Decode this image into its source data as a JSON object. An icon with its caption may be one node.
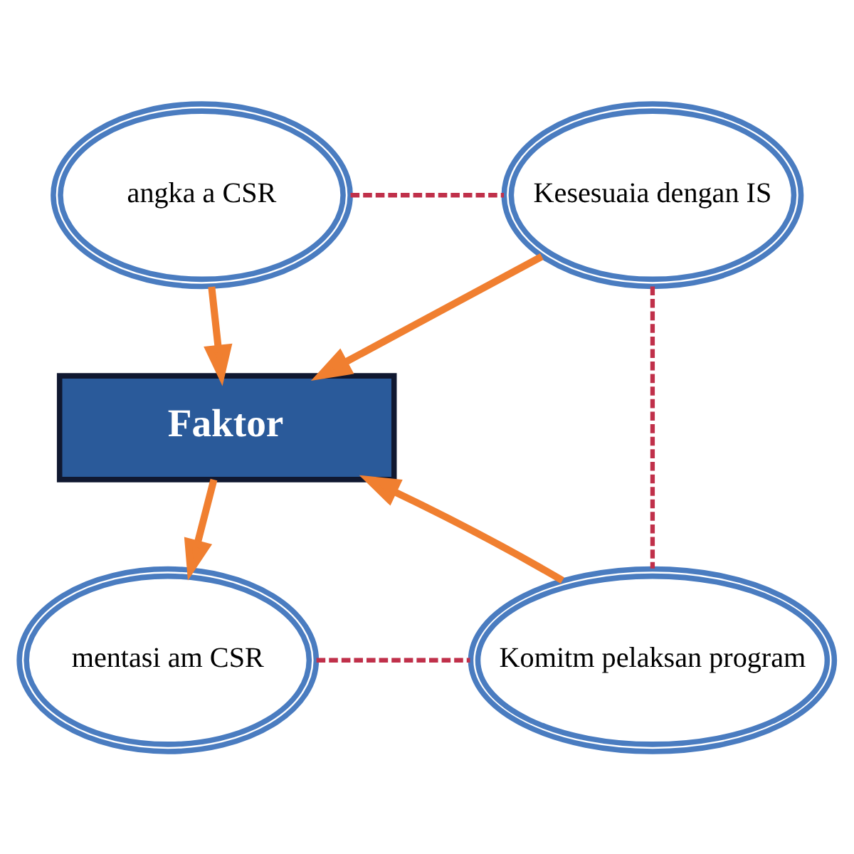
{
  "diagram": {
    "nodes": [
      {
        "text": [
          "angka a CSR"
        ]
      },
      {
        "text": [
          "Kesesuaia dengan IS"
        ]
      },
      {
        "text": [
          "Faktor"
        ]
      },
      {
        "text": [
          "mentasi am CSR"
        ]
      },
      {
        "text": [
          "Komitm pelaksan program"
        ]
      }
    ],
    "edges": [
      {
        "from": 0,
        "to": 2,
        "arrow": "to"
      },
      {
        "from": 1,
        "to": 2,
        "arrow": "to"
      },
      {
        "from": 2,
        "to": 3,
        "arrow": "to"
      },
      {
        "from": 4,
        "to": 2,
        "arrow": "to"
      },
      {
        "from": 0,
        "to": 1,
        "arrow": "none",
        "style": "dashed",
        "color": "#c0304a"
      },
      {
        "from": 1,
        "to": 4,
        "arrow": "none",
        "style": "dashed",
        "color": "#c0304a"
      },
      {
        "from": 3,
        "to": 4,
        "arrow": "none",
        "style": "dashed",
        "color": "#c0304a"
      }
    ]
  }
}
